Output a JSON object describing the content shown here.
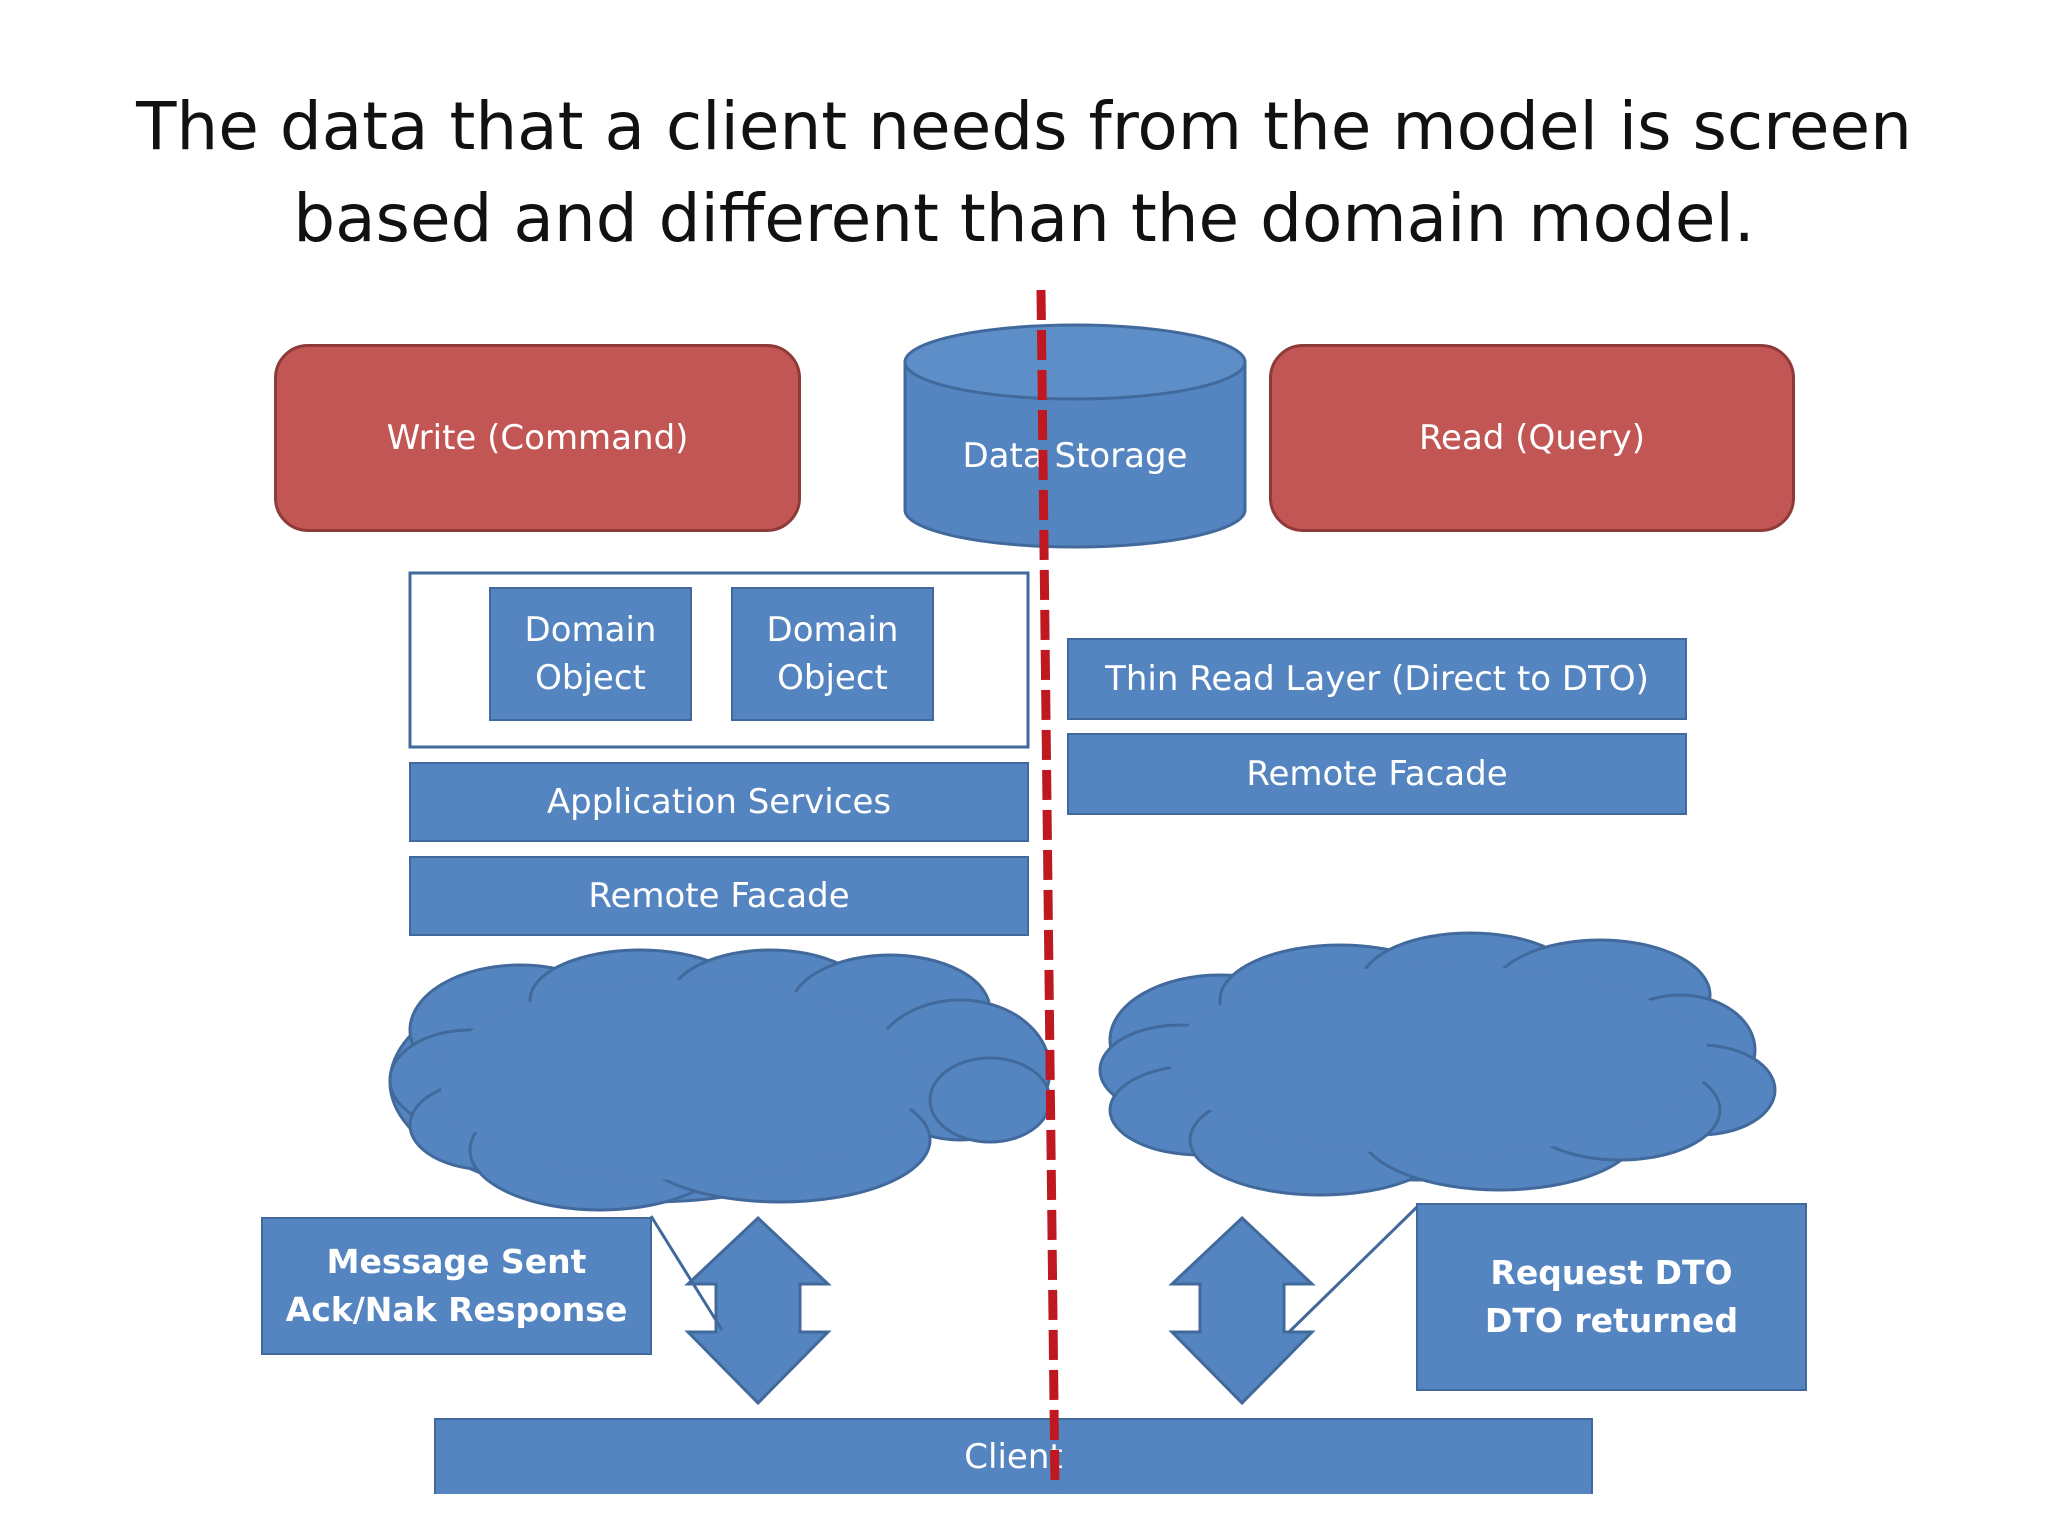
{
  "title": {
    "line1": "The data that a client needs from the model is screen",
    "line2": "based and different than the domain model."
  },
  "diagram": {
    "write_command": "Write (Command)",
    "data_storage": "Data Storage",
    "read_query": "Read (Query)",
    "domain_object_1": [
      "Domain",
      "Object"
    ],
    "domain_object_2": [
      "Domain",
      "Object"
    ],
    "application_services": "Application Services",
    "remote_facade_left": "Remote Facade",
    "thin_read_layer": "Thin Read Layer (Direct to DTO)",
    "remote_facade_right": "Remote Facade",
    "message_callout": [
      "Message Sent",
      "Ack/Nak Response"
    ],
    "request_callout": [
      "Request DTO",
      "DTO returned"
    ],
    "client": "Client"
  },
  "colors": {
    "box_blue": "#5585c0",
    "box_blue_border": "#41699b",
    "box_red": "#c25654",
    "divider_red": "#c01820"
  }
}
